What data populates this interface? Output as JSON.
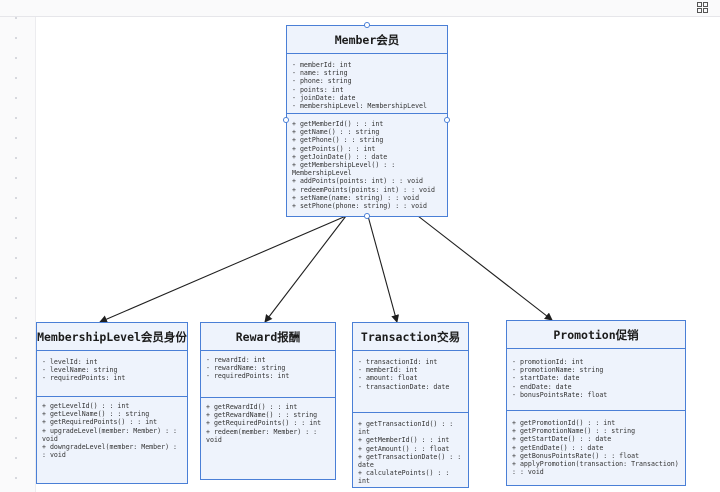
{
  "classes": {
    "member": {
      "title": "Member会员",
      "attributes": [
        "- memberId: int",
        "- name: string",
        "- phone: string",
        "- points: int",
        "- joinDate: date",
        "- membershipLevel: MembershipLevel"
      ],
      "methods": [
        "+ getMemberId() : : int",
        "+ getName() : : string",
        "+ getPhone() : : string",
        "+ getPoints() : : int",
        "+ getJoinDate() : : date",
        "+ getMembershipLevel() : : MembershipLevel",
        "+ addPoints(points: int) : : void",
        "+ redeemPoints(points: int) : : void",
        "+ setName(name: string) : : void",
        "+ setPhone(phone: string) : : void"
      ]
    },
    "membership_level": {
      "title": "MembershipLevel会员身份",
      "attributes": [
        "- levelId: int",
        "- levelName: string",
        "- requiredPoints: int"
      ],
      "methods": [
        "+ getLevelId() : : int",
        "+ getLevelName() : : string",
        "+ getRequiredPoints() : : int",
        "+ upgradeLevel(member: Member) : : void",
        "+ downgradeLevel(member: Member) : : void"
      ]
    },
    "reward": {
      "title": "Reward报酬",
      "attributes": [
        "- rewardId: int",
        "- rewardName: string",
        "- requiredPoints: int"
      ],
      "methods": [
        "+ getRewardId() : : int",
        "+ getRewardName() : : string",
        "+ getRequiredPoints() : : int",
        "+ redeem(member: Member) : : void"
      ]
    },
    "transaction": {
      "title": "Transaction交易",
      "attributes": [
        "- transactionId: int",
        "- memberId: int",
        "- amount: float",
        "- transactionDate: date"
      ],
      "methods": [
        "+ getTransactionId() : : int",
        "+ getMemberId() : : int",
        "+ getAmount() : : float",
        "+ getTransactionDate() : : date",
        "+ calculatePoints() : : int"
      ]
    },
    "promotion": {
      "title": "Promotion促销",
      "attributes": [
        "- promotionId: int",
        "- promotionName: string",
        "- startDate: date",
        "- endDate: date",
        "- bonusPointsRate: float"
      ],
      "methods": [
        "+ getPromotionId() : : int",
        "+ getPromotionName() : : string",
        "+ getStartDate() : : date",
        "+ getEndDate() : : date",
        "+ getBonusPointsRate() : : float",
        "+ applyPromotion(transaction: Transaction) : : void"
      ]
    }
  },
  "relationships": [
    {
      "from": "member",
      "to": "membership_level"
    },
    {
      "from": "member",
      "to": "reward"
    },
    {
      "from": "member",
      "to": "transaction"
    },
    {
      "from": "member",
      "to": "promotion"
    }
  ],
  "colors": {
    "border": "#4a7fd6",
    "fill": "#eef3fc",
    "arrow": "#1f1f1f"
  },
  "toolbar_icon": "layout-grid-icon"
}
